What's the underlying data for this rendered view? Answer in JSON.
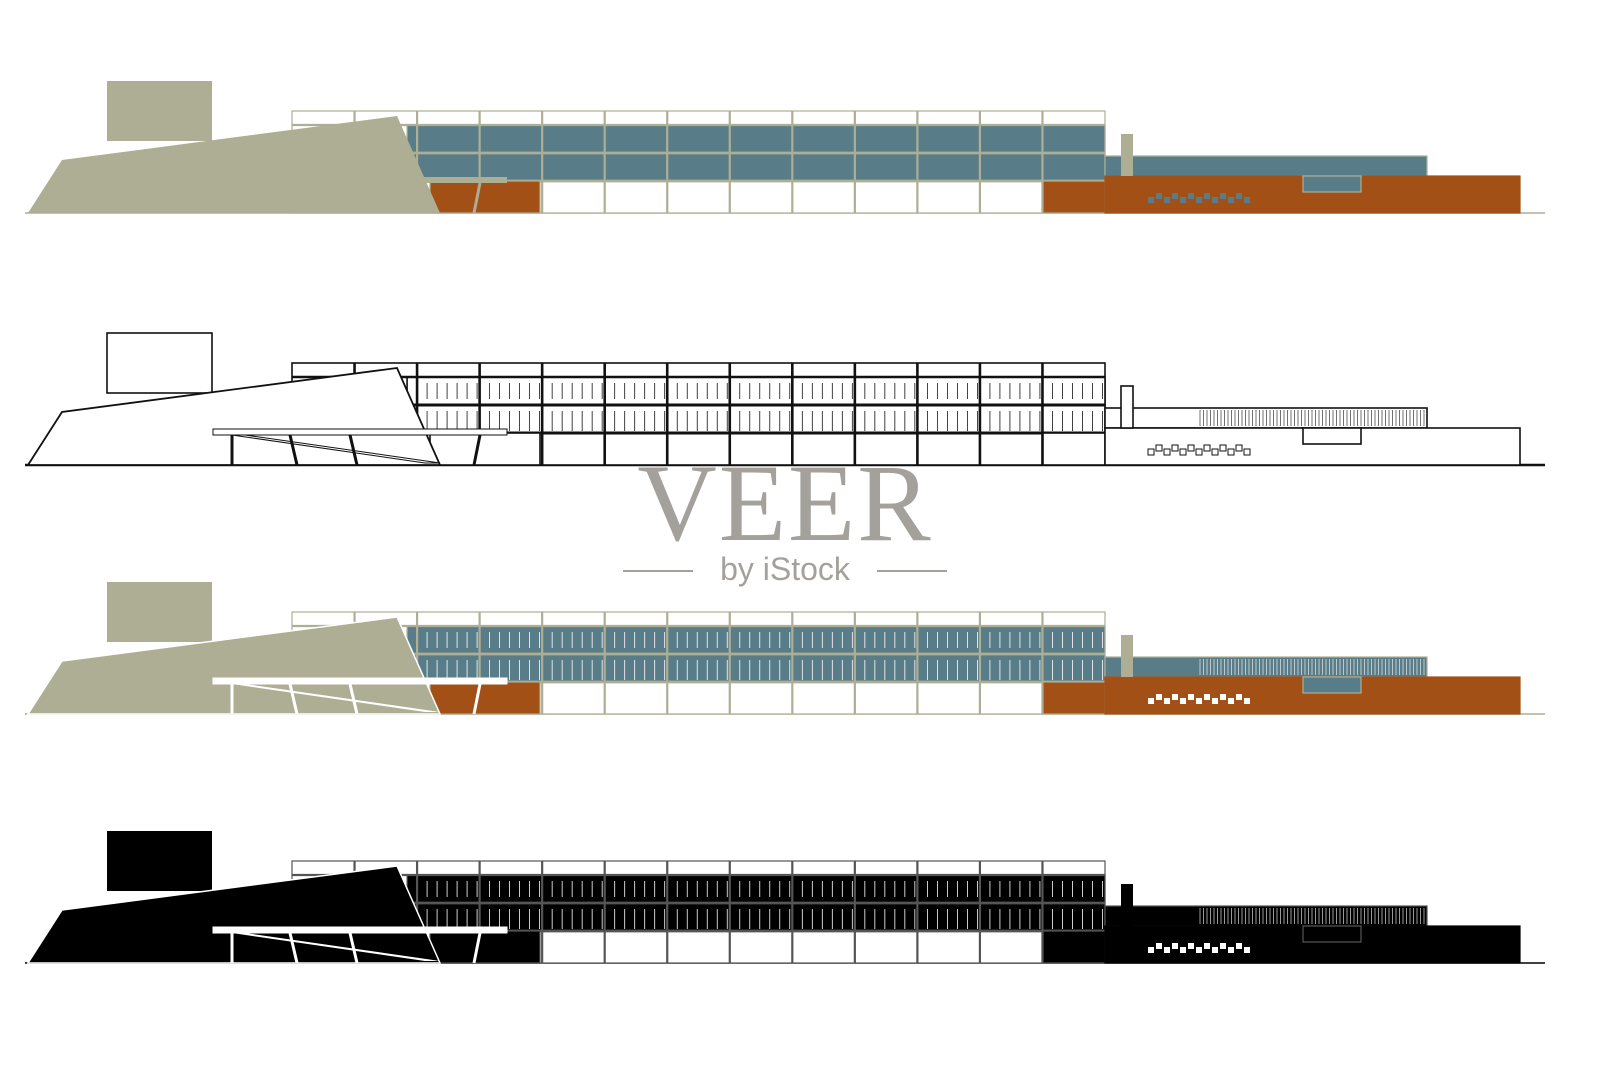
{
  "watermark": {
    "title": "VEER",
    "subtitle": "by iStock"
  },
  "colors": {
    "sage": "#adae94",
    "teal": "#597d88",
    "rust": "#a25016",
    "outline": "#111111",
    "white": "#ffffff",
    "black": "#000000"
  },
  "variants": [
    {
      "id": "color-flat",
      "style": "color"
    },
    {
      "id": "line-drawing",
      "style": "line"
    },
    {
      "id": "color-detailed",
      "style": "color-detail"
    },
    {
      "id": "black-silhouette",
      "style": "black"
    }
  ]
}
